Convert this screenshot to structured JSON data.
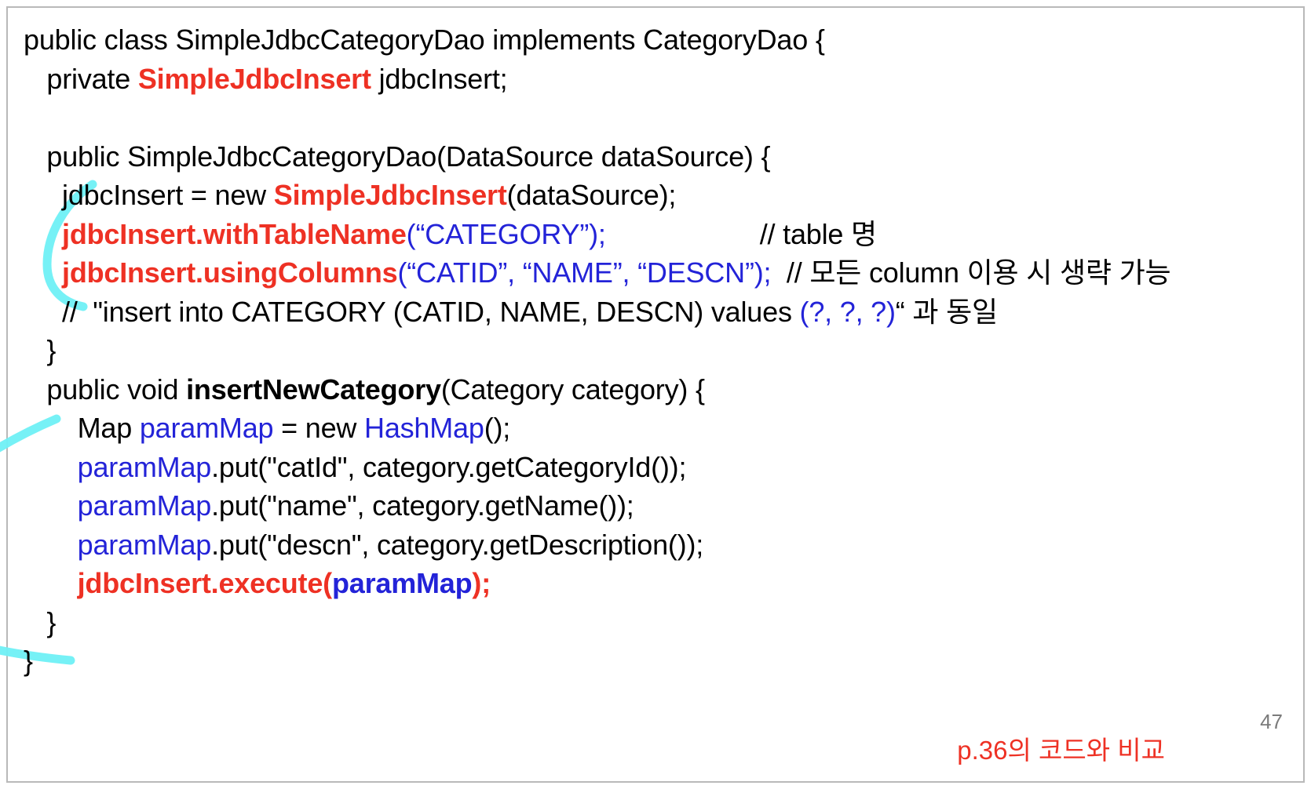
{
  "slide": {
    "number": "47",
    "footer_note": "p.36의 코드와 비교",
    "colors": {
      "red": "#ee3124",
      "blue": "#2323d8",
      "black": "#000000",
      "cyan_ink": "#6ff0f5",
      "frame": "#b9b9b9",
      "page_number": "#7b7b7b"
    }
  },
  "code": {
    "language": "java",
    "lines": [
      {
        "id": "line-class-decl",
        "indent": 0,
        "tokens": [
          {
            "text": "public class SimpleJdbcCategoryDao implements CategoryDao {",
            "style": "blk"
          }
        ]
      },
      {
        "id": "line-field-jdbcinsert",
        "indent": 1,
        "tokens": [
          {
            "text": "private ",
            "style": "blk"
          },
          {
            "text": "SimpleJdbcInsert",
            "style": "red"
          },
          {
            "text": " jdbcInsert;",
            "style": "blk"
          }
        ]
      },
      {
        "id": "line-blank-1",
        "indent": 0,
        "tokens": [
          {
            "text": " ",
            "style": "blk"
          }
        ]
      },
      {
        "id": "line-constructor",
        "indent": 1,
        "tokens": [
          {
            "text": "public SimpleJdbcCategoryDao(DataSource dataSource) {",
            "style": "blk"
          }
        ]
      },
      {
        "id": "line-new-simplejdbcinsert",
        "indent": 2,
        "tokens": [
          {
            "text": "jdbcInsert = new ",
            "style": "blk"
          },
          {
            "text": "SimpleJdbcInsert",
            "style": "red"
          },
          {
            "text": "(dataSource);",
            "style": "blk"
          }
        ]
      },
      {
        "id": "line-withtablename",
        "indent": 2,
        "tokens": [
          {
            "text": "jdbcInsert.withTableName",
            "style": "red"
          },
          {
            "text": "(“CATEGORY”);",
            "style": "blue"
          },
          {
            "text": "                    // table 명",
            "style": "blk"
          }
        ]
      },
      {
        "id": "line-usingcolumns",
        "indent": 2,
        "tokens": [
          {
            "text": "jdbcInsert.usingColumns",
            "style": "red"
          },
          {
            "text": "(“CATID”, “NAME”, “DESCN”);",
            "style": "blue"
          },
          {
            "text": "  // 모든 column 이용 시 생략 가능",
            "style": "blk"
          }
        ]
      },
      {
        "id": "line-comment-insert-sql",
        "indent": 2,
        "tokens": [
          {
            "text": "//  \"insert into CATEGORY (CATID, NAME, DESCN) values ",
            "style": "blk"
          },
          {
            "text": "(?, ?, ?)",
            "style": "blue"
          },
          {
            "text": "“ 과 동일",
            "style": "blk"
          }
        ]
      },
      {
        "id": "line-close-constructor",
        "indent": 1,
        "tokens": [
          {
            "text": "}",
            "style": "blk"
          }
        ]
      },
      {
        "id": "line-method-insertnewcategory",
        "indent": 1,
        "tokens": [
          {
            "text": "public void ",
            "style": "blk"
          },
          {
            "text": "insertNewCategory",
            "style": "bold"
          },
          {
            "text": "(Category category) {",
            "style": "blk"
          }
        ]
      },
      {
        "id": "line-map-declaration",
        "indent": 3,
        "tokens": [
          {
            "text": "Map ",
            "style": "blk"
          },
          {
            "text": "paramMap",
            "style": "blue"
          },
          {
            "text": " = new ",
            "style": "blk"
          },
          {
            "text": "HashMap",
            "style": "blue"
          },
          {
            "text": "();",
            "style": "blk"
          }
        ]
      },
      {
        "id": "line-put-catid",
        "indent": 3,
        "tokens": [
          {
            "text": "paramMap",
            "style": "blue"
          },
          {
            "text": ".put(\"catId\", category.getCategoryId());",
            "style": "blk"
          }
        ]
      },
      {
        "id": "line-put-name",
        "indent": 3,
        "tokens": [
          {
            "text": "paramMap",
            "style": "blue"
          },
          {
            "text": ".put(\"name\", category.getName());",
            "style": "blk"
          }
        ]
      },
      {
        "id": "line-put-descn",
        "indent": 3,
        "tokens": [
          {
            "text": "paramMap",
            "style": "blue"
          },
          {
            "text": ".put(\"descn\", category.getDescription());",
            "style": "blk"
          }
        ]
      },
      {
        "id": "line-execute",
        "indent": 3,
        "tokens": [
          {
            "text": "jdbcInsert.execute(",
            "style": "red"
          },
          {
            "text": "paramMap",
            "style": "blue-b"
          },
          {
            "text": ");",
            "style": "red"
          }
        ]
      },
      {
        "id": "line-close-method",
        "indent": 1,
        "tokens": [
          {
            "text": "}",
            "style": "blk"
          }
        ]
      },
      {
        "id": "line-close-class",
        "indent": 0,
        "tokens": [
          {
            "text": "}",
            "style": "blk"
          }
        ]
      }
    ]
  },
  "annotations": [
    {
      "id": "ink-mark-constructor",
      "name": "cyan-ink-arc-upper",
      "description": "hand-drawn cyan arc bracketing the withTableName / usingColumns lines"
    },
    {
      "id": "ink-mark-method",
      "name": "cyan-ink-arc-lower",
      "description": "large hand-drawn cyan arc bracketing the insertNewCategory method body"
    }
  ]
}
